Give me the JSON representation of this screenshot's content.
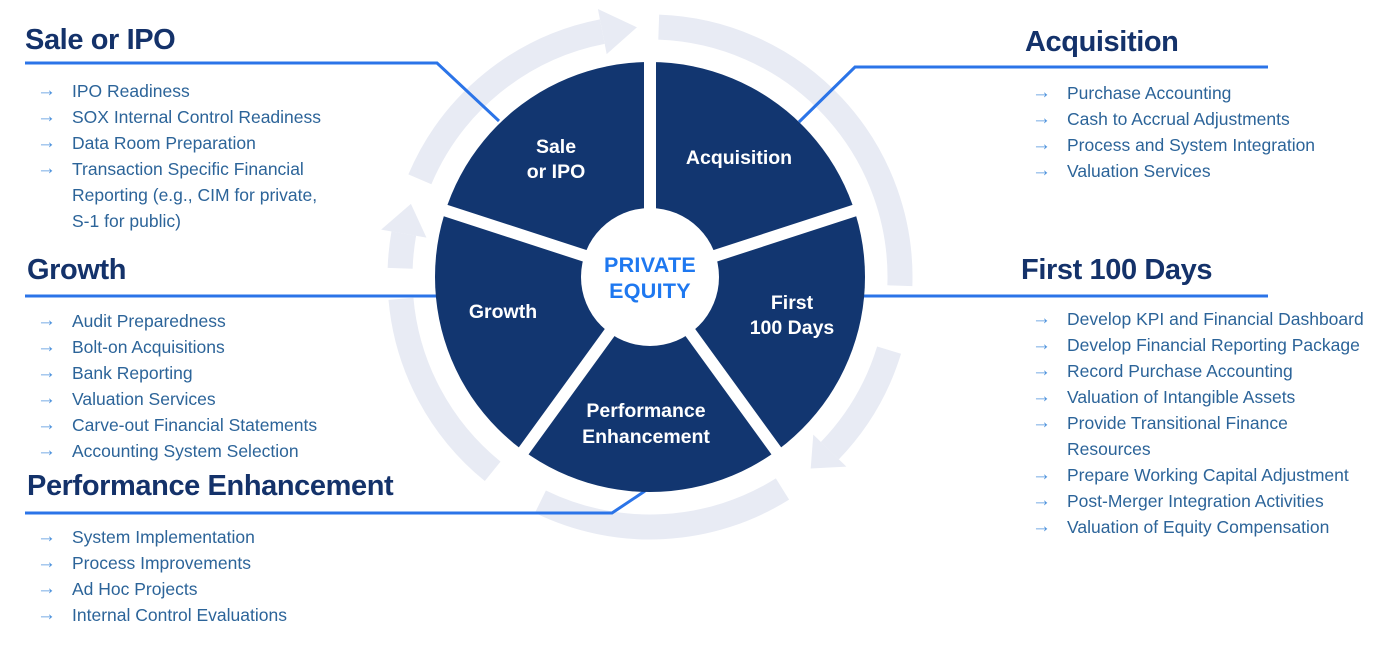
{
  "diagram_title_hint": "Private Equity lifecycle services wheel",
  "bullet_icon": "→",
  "colors": {
    "navy": "#123670",
    "ring": "#E8EBF4",
    "line-blue": "#2B74E8",
    "heading-navy": "#14326A",
    "list-text": "#2C6499",
    "bullet-blue": "#4F93DD",
    "center-blue": "#1E78F0",
    "white": "#FFFFFF"
  },
  "wheel": {
    "center": {
      "line1": "PRIVATE",
      "line2": "EQUITY"
    },
    "segments": [
      {
        "id": "sale-or-ipo",
        "label": "Sale\nor IPO"
      },
      {
        "id": "acquisition",
        "label": "Acquisition"
      },
      {
        "id": "first-100-days",
        "label": "First\n100 Days"
      },
      {
        "id": "performance-enhancement",
        "label": "Performance\nEnhancement"
      },
      {
        "id": "growth",
        "label": "Growth"
      }
    ]
  },
  "sections": [
    {
      "id": "sale-or-ipo",
      "title": "Sale or IPO",
      "items": [
        "IPO Readiness",
        "SOX Internal Control Readiness",
        "Data Room Preparation",
        "Transaction Specific Financial\nReporting (e.g., CIM for private,\nS-1 for public)"
      ]
    },
    {
      "id": "growth",
      "title": "Growth",
      "items": [
        "Audit Preparedness",
        "Bolt-on Acquisitions",
        "Bank Reporting",
        "Valuation Services",
        "Carve-out Financial Statements",
        "Accounting System Selection"
      ]
    },
    {
      "id": "performance-enhancement",
      "title": "Performance Enhancement",
      "items": [
        "System Implementation",
        "Process Improvements",
        "Ad Hoc Projects",
        "Internal Control Evaluations"
      ]
    },
    {
      "id": "acquisition",
      "title": "Acquisition",
      "items": [
        "Purchase Accounting",
        "Cash to Accrual Adjustments",
        "Process and System Integration",
        "Valuation Services"
      ]
    },
    {
      "id": "first-100-days",
      "title": "First 100 Days",
      "items": [
        "Develop KPI and Financial Dashboard",
        "Develop Financial Reporting Package",
        "Record Purchase Accounting",
        "Valuation of Intangible Assets",
        "Provide Transitional Finance\nResources",
        "Prepare Working Capital Adjustment",
        "Post-Merger Integration Activities",
        "Valuation of Equity Compensation"
      ]
    }
  ]
}
